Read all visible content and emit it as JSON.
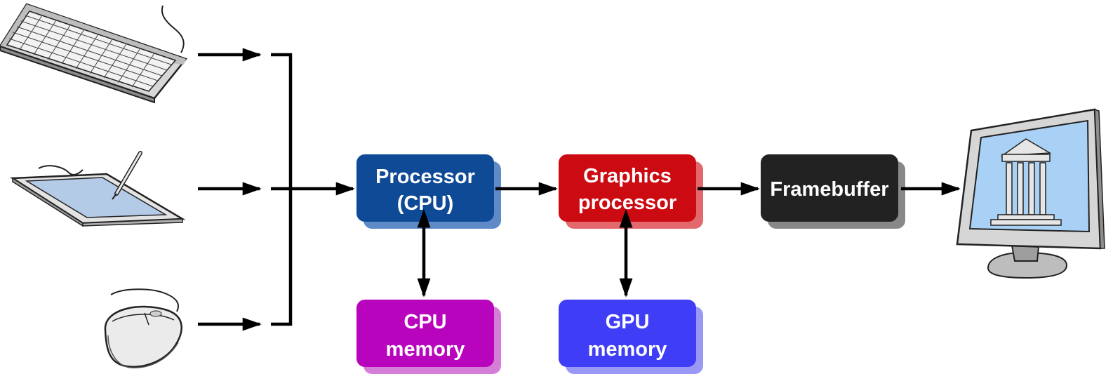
{
  "colors": {
    "cpu": "#0f4a97",
    "cpu_shadow": "#5e8bc7",
    "gpu": "#cc0a12",
    "gpu_shadow": "#e2686c",
    "framebuffer": "#222222",
    "framebuffer_shadow": "#888888",
    "cpu_memory": "#b805bd",
    "cpu_memory_shadow": "#d57ed7",
    "gpu_memory": "#3f3df5",
    "gpu_memory_shadow": "#9a98f5",
    "tablet_screen": "#b3cbe6",
    "monitor_screen": "#a9d1f5",
    "arrow": "#000000"
  },
  "inputs": [
    {
      "name": "keyboard",
      "icon": "keyboard-icon"
    },
    {
      "name": "tablet",
      "icon": "tablet-icon"
    },
    {
      "name": "mouse",
      "icon": "mouse-icon"
    }
  ],
  "output": {
    "icon": "monitor-icon"
  },
  "boxes": {
    "cpu": {
      "line1": "Processor",
      "line2": "(CPU)"
    },
    "gpu": {
      "line1": "Graphics",
      "line2": "processor"
    },
    "framebuffer": {
      "line1": "Framebuffer"
    },
    "cpu_memory": {
      "line1": "CPU",
      "line2": "memory"
    },
    "gpu_memory": {
      "line1": "GPU",
      "line2": "memory"
    }
  }
}
